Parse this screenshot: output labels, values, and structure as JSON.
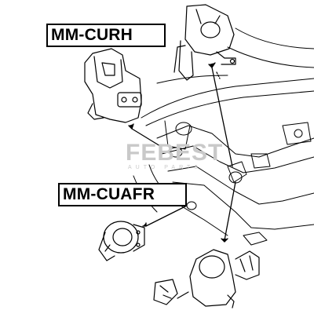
{
  "labels": {
    "upper": "MM-CURH",
    "lower": "MM-CUAFR"
  },
  "watermark": {
    "brand": "FEBEST",
    "tagline": "AUTO PARTS"
  },
  "colors": {
    "line": "#000000",
    "watermark": "#c9c9c9",
    "background": "#ffffff"
  }
}
